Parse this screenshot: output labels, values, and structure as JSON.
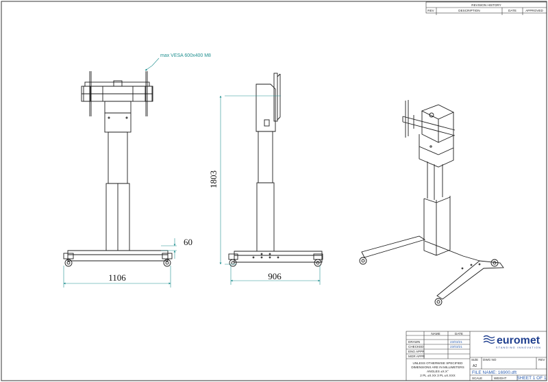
{
  "revision": {
    "title": "REVISION HISTORY",
    "columns": [
      "REV",
      "DESCRIPTION",
      "DATE",
      "APPROVED"
    ]
  },
  "annotation": {
    "vesa": "max VESA 600x400 M8"
  },
  "dimensions": {
    "height": "1803",
    "front_width": "1106",
    "foot_height": "60",
    "side_depth": "906"
  },
  "title_block": {
    "rows": [
      {
        "label": "DRAWN",
        "name": "",
        "date": "23/03/21"
      },
      {
        "label": "CHECKED",
        "name": "",
        "date": "23/03/21"
      },
      {
        "label": "ENG APPR",
        "name": "",
        "date": ""
      },
      {
        "label": "MGR APPR",
        "name": "",
        "date": ""
      }
    ],
    "header_name": "NAME",
    "header_date": "DATE",
    "note_lines": [
      "UNLESS OTHERWISE SPECIFIED",
      "DIMENSIONS ARE IN MILLIMETERS",
      "ANGLES ±X.X°",
      "2 PL ±X.XX 3 PL ±X.XXX"
    ],
    "company": "euromet",
    "tagline": "STANDING INNOVATION",
    "size_label": "SIZE",
    "size_value": "A2",
    "dwg_label": "DWG NO",
    "rev_label": "REV",
    "filename": "FILE NAME: 16900.dft",
    "scale_label": "SCALE",
    "weight_label": "WEIGHT",
    "sheet": "SHEET 1 OF 1"
  },
  "colors": {
    "line": "#1a1a1a",
    "dimension": "#1f8f8f",
    "dim_text": "#111111",
    "blue_text": "#2a5db0",
    "brand": "#1f3f8f"
  }
}
